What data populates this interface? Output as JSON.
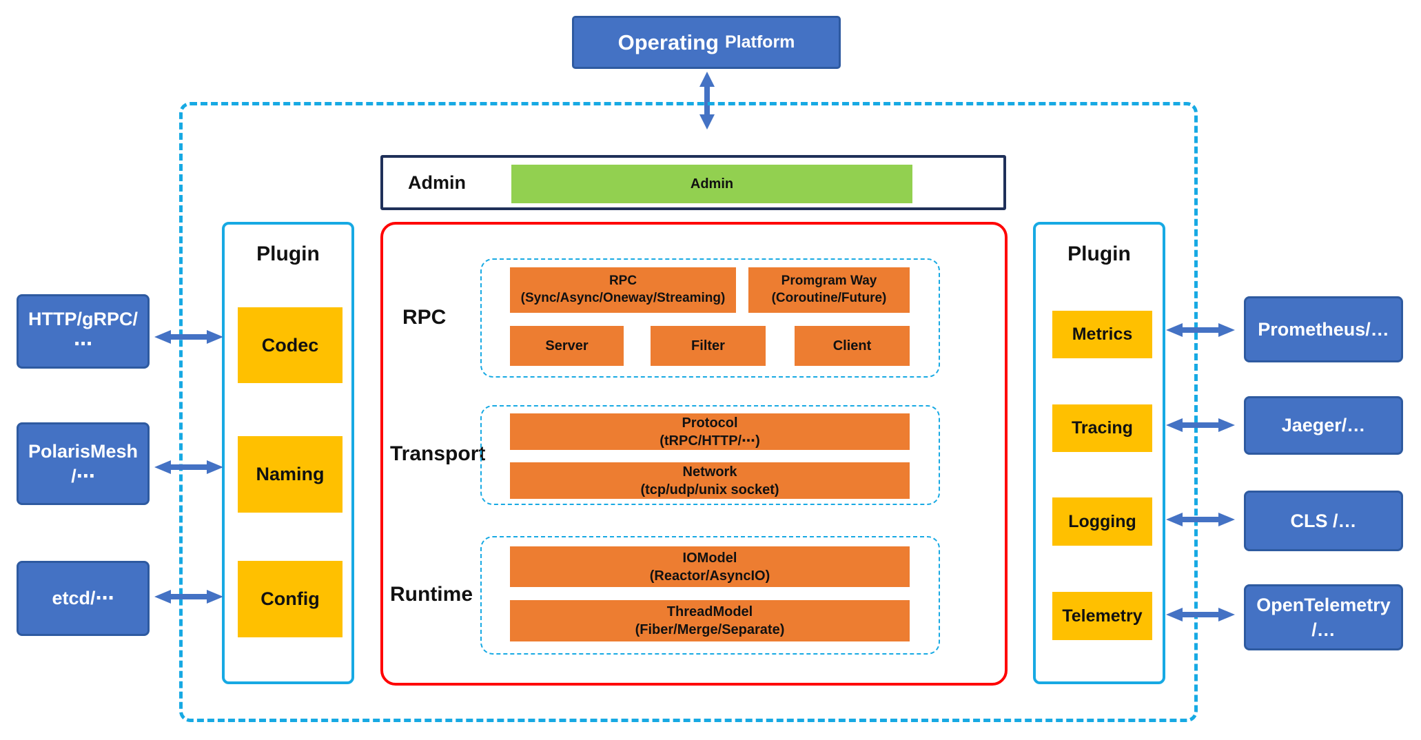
{
  "colors": {
    "blue": "#4472C4",
    "blueBorder": "#2E5AA0",
    "cyan": "#17A9E3",
    "red": "#FF0000",
    "navy": "#1F3059",
    "green": "#92D050",
    "orange": "#ED7D31",
    "yellow": "#FFC000",
    "ink": "#111111"
  },
  "platform": {
    "title_main": "Operating",
    "title_sub": "Platform"
  },
  "admin": {
    "label": "Admin",
    "bar_label": "Admin"
  },
  "core": {
    "rpc": {
      "label": "RPC",
      "main": {
        "line1": "RPC",
        "line2": "(Sync/Async/Oneway/Streaming)"
      },
      "program": {
        "line1": "Promgram Way",
        "line2": "(Coroutine/Future)"
      },
      "items": [
        {
          "label": "Server"
        },
        {
          "label": "Filter"
        },
        {
          "label": "Client"
        }
      ]
    },
    "transport": {
      "label": "Transport",
      "protocol": {
        "line1": "Protocol",
        "line2": "(tRPC/HTTP/⋯)"
      },
      "network": {
        "line1": "Network",
        "line2": "(tcp/udp/unix socket)"
      }
    },
    "runtime": {
      "label": "Runtime",
      "iomodel": {
        "line1": "IOModel",
        "line2": "(Reactor/AsyncIO)"
      },
      "threadmodel": {
        "line1": "ThreadModel",
        "line2": "(Fiber/Merge/Separate)"
      }
    }
  },
  "left_plugin": {
    "title": "Plugin",
    "items": [
      {
        "label": "Codec"
      },
      {
        "label": "Naming"
      },
      {
        "label": "Config"
      }
    ]
  },
  "right_plugin": {
    "title": "Plugin",
    "items": [
      {
        "label": "Metrics"
      },
      {
        "label": "Tracing"
      },
      {
        "label": "Logging"
      },
      {
        "label": "Telemetry"
      }
    ]
  },
  "left_external": [
    {
      "line1": "HTTP/gRPC/",
      "line2": "⋯"
    },
    {
      "line1": "PolarisMesh",
      "line2": "/⋯"
    },
    {
      "line1": "etcd/⋯",
      "line2": ""
    }
  ],
  "right_external": [
    {
      "line1": "Prometheus/…",
      "line2": ""
    },
    {
      "line1": "Jaeger/…",
      "line2": ""
    },
    {
      "line1": "CLS /…",
      "line2": ""
    },
    {
      "line1": "OpenTelemetry",
      "line2": "/…"
    }
  ]
}
